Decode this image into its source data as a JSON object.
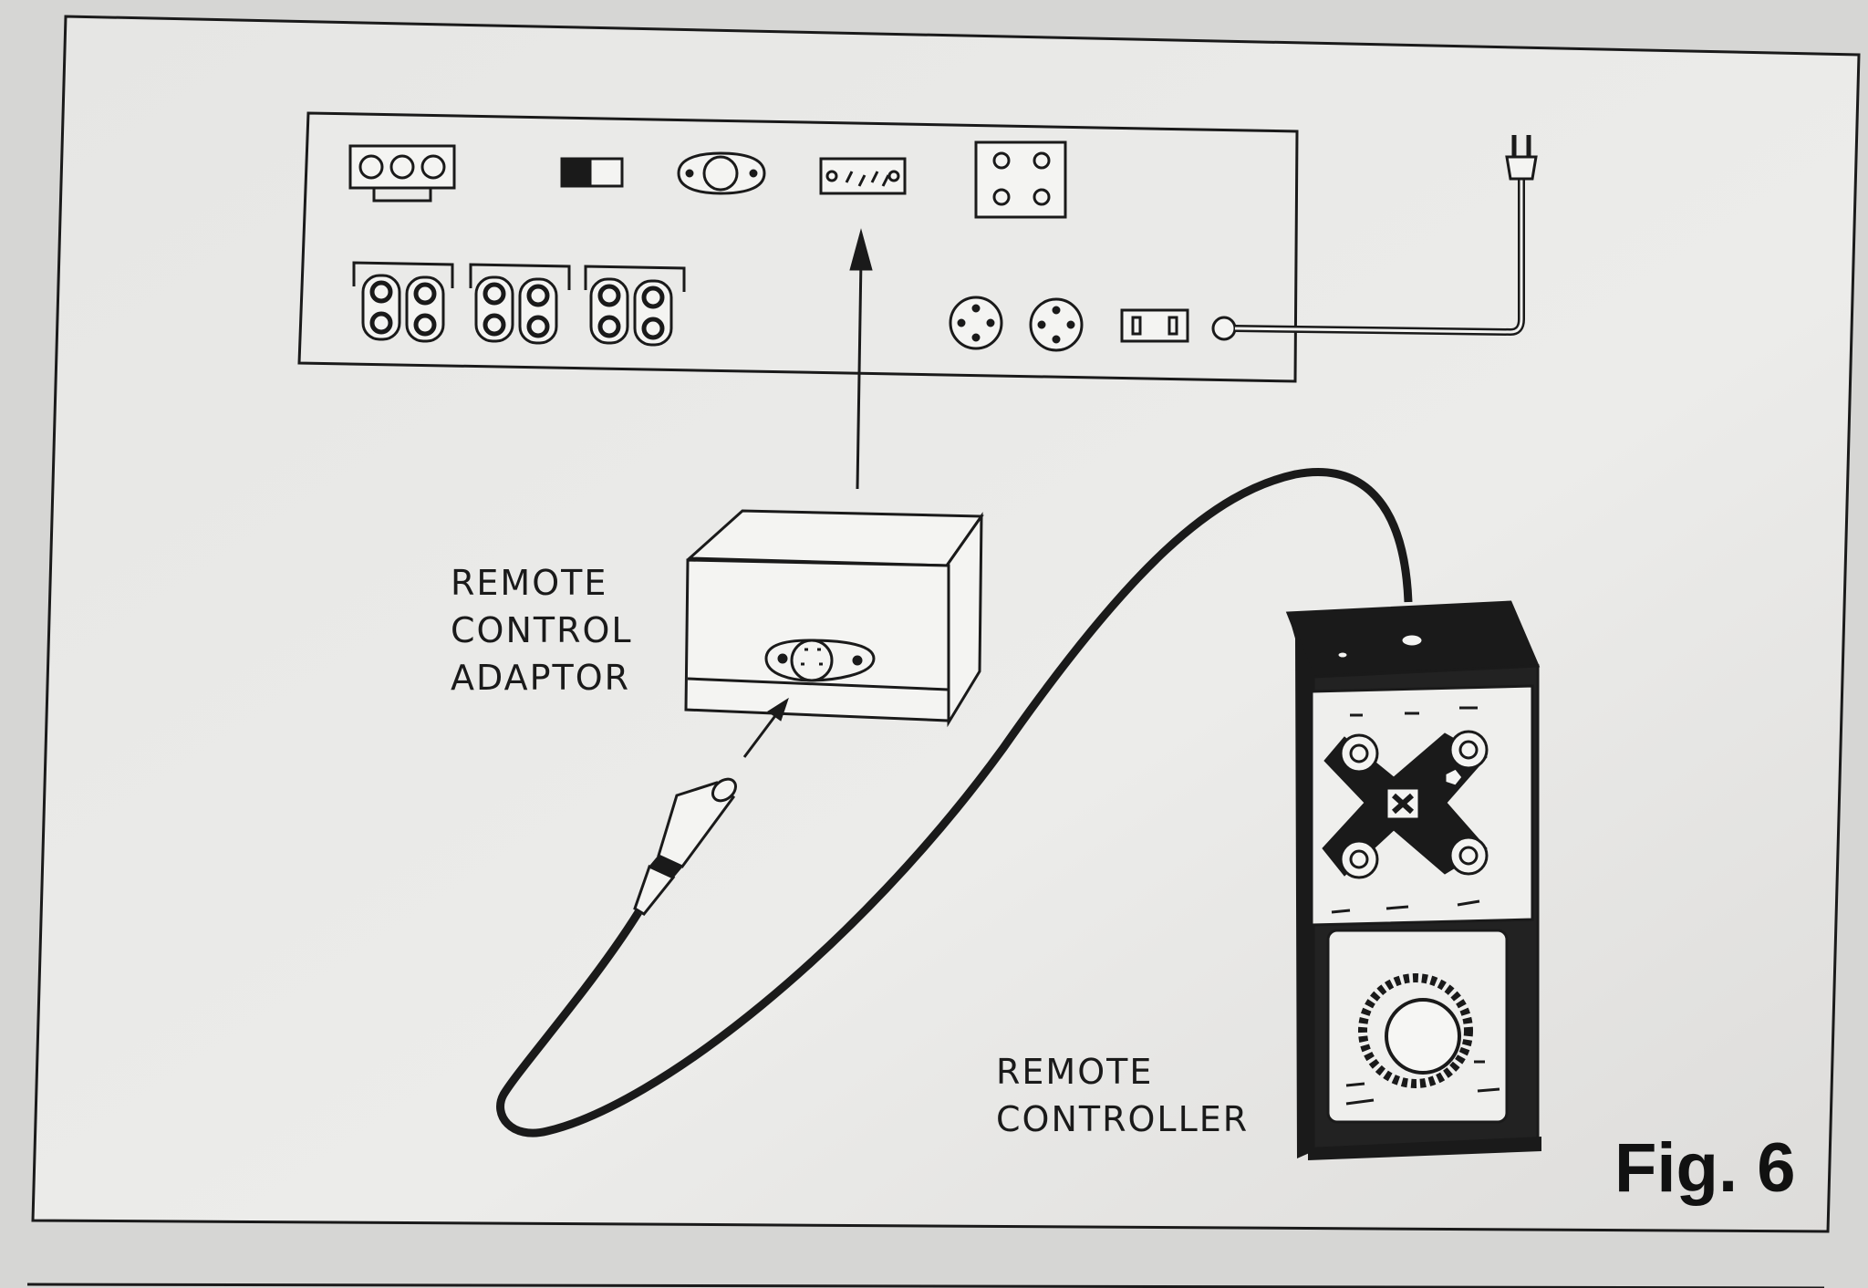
{
  "labels": {
    "adaptor": [
      "REMOTE",
      "CONTROL",
      "ADAPTOR"
    ],
    "controller": [
      "REMOTE",
      "CONTROLLER"
    ],
    "figure": "Fig. 6"
  },
  "colors": {
    "paper": "#e8e8e6",
    "ink": "#1a1a1a",
    "background": "#dcdcda"
  }
}
